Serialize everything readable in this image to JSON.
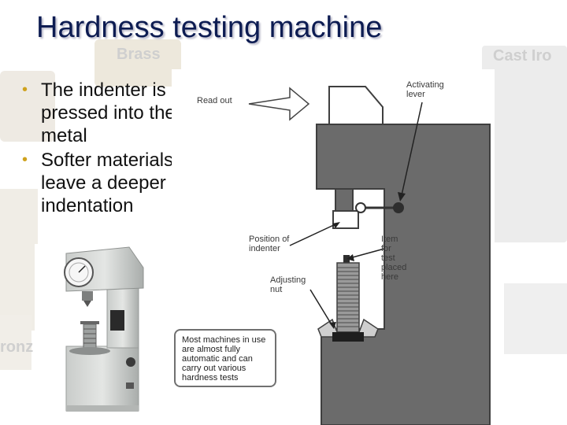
{
  "slide": {
    "title": "Hardness testing machine",
    "background_labels": {
      "brass": "Brass",
      "cast_iron": "Cast Iro",
      "bronze": "ronz"
    },
    "bullets": [
      "The indenter is pressed into the metal",
      "Softer materials leave a deeper indentation"
    ],
    "bullet_glyph": "•",
    "colors": {
      "title": "#0d1c52",
      "bullet": "#cfa21e",
      "machine_body": "#6b6b6b",
      "machine_outline": "#3f3f3f"
    }
  },
  "diagram": {
    "labels": {
      "read_out": "Read out",
      "activating_lever": [
        "Activating",
        "lever"
      ],
      "position_of_indenter": [
        "Position of",
        "indenter"
      ],
      "item_for_test": [
        "Item",
        "for",
        "test",
        "placed",
        "here"
      ],
      "adjusting_nut": [
        "Adjusting",
        "nut"
      ]
    },
    "note": [
      "Most machines in use",
      "are almost fully",
      "automatic and can",
      "carry out various",
      "hardness tests"
    ]
  }
}
